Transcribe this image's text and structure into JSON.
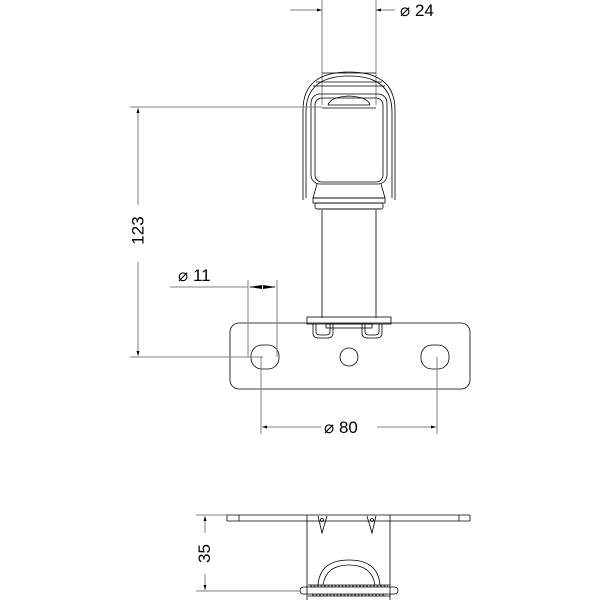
{
  "drawing": {
    "title": "Technical drawing - mounting bracket with lamp housing",
    "line_color": "#000000",
    "dim_line_color": "#808080",
    "background": "#ffffff"
  },
  "dimensions": {
    "top_diameter": {
      "symbol": "⌀",
      "value": "24",
      "label": "⌀ 24"
    },
    "height": {
      "value": "123",
      "label": "123"
    },
    "hole_diameter": {
      "symbol": "⌀",
      "value": "11",
      "label": "⌀ 11"
    },
    "hole_spacing": {
      "symbol": "⌀",
      "value": "80",
      "label": "⌀ 80"
    },
    "side_height": {
      "value": "35",
      "label": "35"
    }
  },
  "views": [
    {
      "name": "front-view",
      "description": "Lamp housing on tube mounted to base plate"
    },
    {
      "name": "side-view",
      "description": "Base plate with dome profile"
    }
  ]
}
